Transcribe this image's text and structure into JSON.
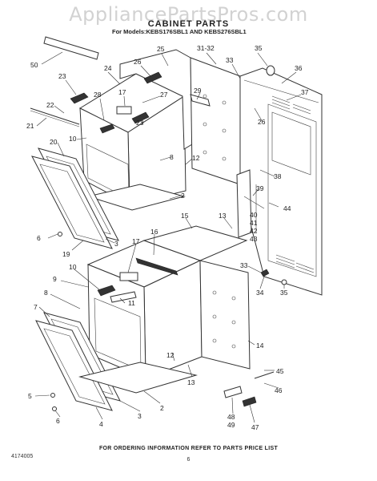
{
  "watermark": "AppliancePartsPros.com",
  "header": {
    "title": "CABINET PARTS",
    "subtitle": "For Models:KEBS176SBL1 AND KEBS276SBL1"
  },
  "footer": {
    "ordering_note": "FOR ORDERING INFORMATION REFER TO PARTS PRICE LIST",
    "doc_number": "4174005",
    "page_number": "6"
  },
  "callouts": [
    "50",
    "25",
    "31-32",
    "35",
    "24",
    "26",
    "33",
    "36",
    "23",
    "28",
    "17",
    "27",
    "29",
    "37",
    "22",
    "21",
    "10",
    "23",
    "26",
    "20",
    "8",
    "12",
    "38",
    "39",
    "2",
    "40",
    "41",
    "42",
    "43",
    "44",
    "6",
    "19",
    "3",
    "15",
    "13",
    "16",
    "17",
    "10",
    "9",
    "33",
    "11",
    "8",
    "34",
    "35",
    "7",
    "14",
    "12",
    "13",
    "45",
    "48",
    "49",
    "46",
    "5",
    "6",
    "4",
    "3",
    "2",
    "47"
  ]
}
